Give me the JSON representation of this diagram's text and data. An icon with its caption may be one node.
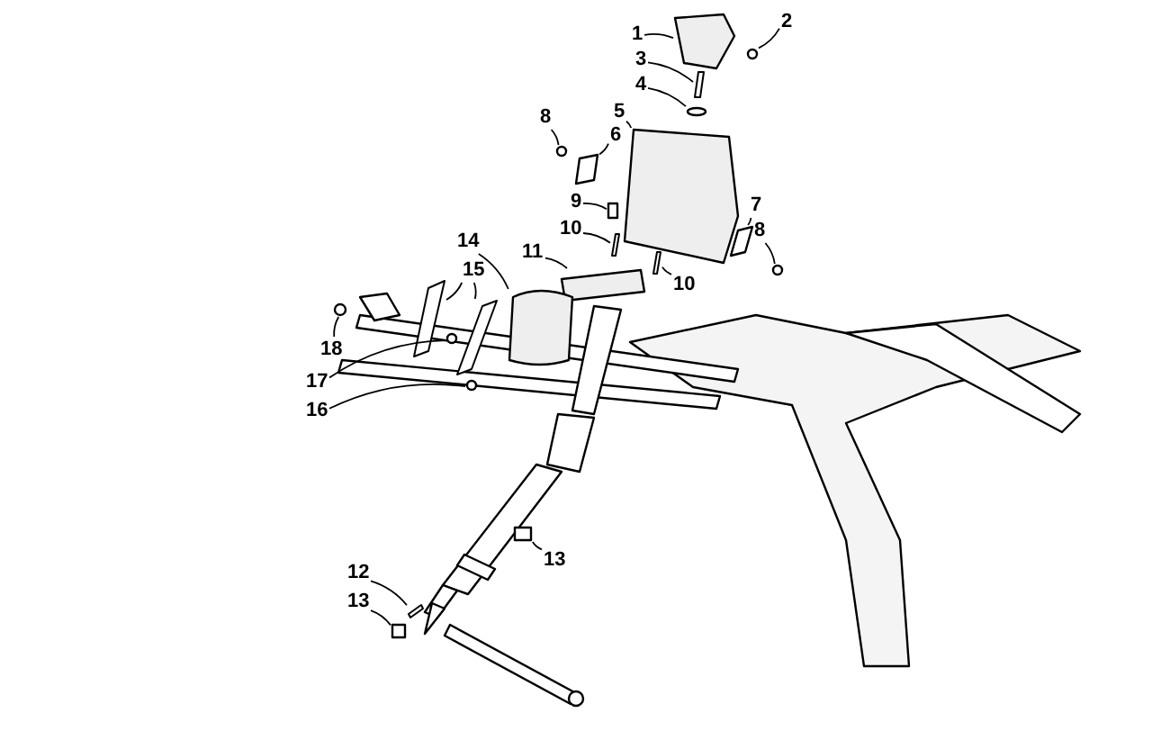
{
  "diagram": {
    "nodes": [
      {
        "text": [
          "1"
        ]
      },
      {
        "text": [
          "2"
        ]
      },
      {
        "text": [
          "3"
        ]
      },
      {
        "text": [
          "4"
        ]
      },
      {
        "text": [
          "5"
        ]
      },
      {
        "text": [
          "6"
        ]
      },
      {
        "text": [
          "8"
        ]
      },
      {
        "text": [
          "9"
        ]
      },
      {
        "text": [
          "10"
        ]
      },
      {
        "text": [
          "11"
        ]
      },
      {
        "text": [
          "10"
        ]
      },
      {
        "text": [
          "7"
        ]
      },
      {
        "text": [
          "8"
        ]
      },
      {
        "text": [
          "14"
        ]
      },
      {
        "text": [
          "15"
        ]
      },
      {
        "text": [
          "18"
        ]
      },
      {
        "text": [
          "17"
        ]
      },
      {
        "text": [
          "16"
        ]
      },
      {
        "text": [
          "12"
        ]
      },
      {
        "text": [
          "13"
        ]
      },
      {
        "text": [
          "13"
        ]
      },
      {
        "text": [],
        "shape": "box"
      },
      {
        "text": [],
        "shape": "circle"
      },
      {
        "text": [],
        "shape": "bar"
      },
      {
        "text": [],
        "shape": "circle"
      },
      {
        "text": [],
        "shape": "box"
      },
      {
        "text": [],
        "shape": "box"
      },
      {
        "text": [],
        "shape": "circle"
      },
      {
        "text": [],
        "shape": "box"
      },
      {
        "text": [],
        "shape": "bar"
      },
      {
        "text": [],
        "shape": "box"
      },
      {
        "text": [],
        "shape": "bar"
      },
      {
        "text": [],
        "shape": "box"
      },
      {
        "text": [],
        "shape": "circle"
      },
      {
        "text": [],
        "shape": "box"
      },
      {
        "text": [],
        "shape": "bar"
      },
      {
        "text": [],
        "shape": "bar"
      },
      {
        "text": [],
        "shape": "circle"
      },
      {
        "text": [],
        "shape": "circle"
      },
      {
        "text": [],
        "shape": "circle"
      },
      {
        "text": [],
        "shape": "bar"
      },
      {
        "text": [],
        "shape": "box"
      },
      {
        "text": [],
        "shape": "box"
      }
    ],
    "edges": [
      {
        "from": 0,
        "to": 21,
        "arrow": "none"
      },
      {
        "from": 1,
        "to": 22,
        "arrow": "none"
      },
      {
        "from": 2,
        "to": 23,
        "arrow": "none"
      },
      {
        "from": 3,
        "to": 24,
        "arrow": "none"
      },
      {
        "from": 4,
        "to": 25,
        "arrow": "none"
      },
      {
        "from": 5,
        "to": 26,
        "arrow": "none"
      },
      {
        "from": 6,
        "to": 27,
        "arrow": "none"
      },
      {
        "from": 7,
        "to": 28,
        "arrow": "none"
      },
      {
        "from": 8,
        "to": 29,
        "arrow": "none"
      },
      {
        "from": 9,
        "to": 30,
        "arrow": "none"
      },
      {
        "from": 10,
        "to": 31,
        "arrow": "none"
      },
      {
        "from": 11,
        "to": 32,
        "arrow": "none"
      },
      {
        "from": 12,
        "to": 33,
        "arrow": "none"
      },
      {
        "from": 13,
        "to": 34,
        "arrow": "none"
      },
      {
        "from": 14,
        "to": 35,
        "arrow": "none"
      },
      {
        "from": 14,
        "to": 36,
        "arrow": "none"
      },
      {
        "from": 15,
        "to": 37,
        "arrow": "none"
      },
      {
        "from": 16,
        "to": 38,
        "arrow": "none"
      },
      {
        "from": 17,
        "to": 39,
        "arrow": "none"
      },
      {
        "from": 18,
        "to": 40,
        "arrow": "none"
      },
      {
        "from": 19,
        "to": 41,
        "arrow": "none"
      },
      {
        "from": 20,
        "to": 42,
        "arrow": "none"
      }
    ]
  }
}
